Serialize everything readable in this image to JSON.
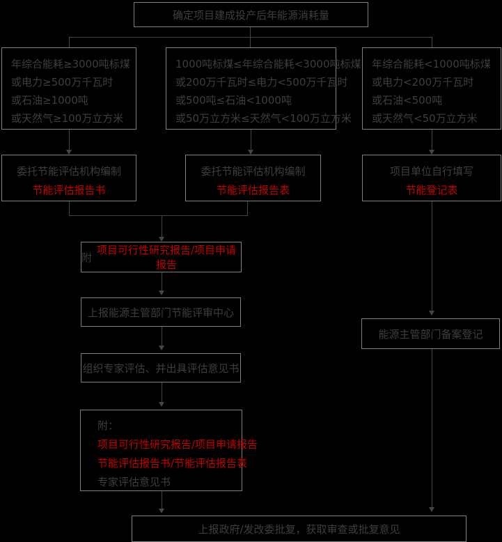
{
  "colors": {
    "background": "#000000",
    "box_border": "#7f7f7f",
    "text_gray": "#3e3e3e",
    "text_red": "#c40000",
    "connector_line": "#454545"
  },
  "flow": {
    "top": {
      "label": "确定项目建成投产后年能源消耗量"
    },
    "conditions": {
      "left": {
        "lines": [
          "年综合能耗≥3000吨标煤",
          "或电力≥500万千瓦时",
          "或石油≥1000吨",
          "或天然气≥100万立方米"
        ]
      },
      "middle": {
        "lines": [
          "1000吨标煤≤年综合能耗<3000吨标煤",
          "或200万千瓦时≤电力<500万千瓦时",
          "或500吨≤石油<1000吨",
          "或50万立方米≤天然气<100万立方米"
        ]
      },
      "right": {
        "lines": [
          "年综合能耗<1000吨标煤",
          "或电力<200万千瓦时",
          "或石油<500吨",
          "或天然气<50万立方米"
        ]
      }
    },
    "documents": {
      "left": {
        "line1": "委托节能评估机构编制",
        "line2": "节能评估报告书"
      },
      "middle": {
        "line1": "委托节能评估机构编制",
        "line2": "节能评估报告表"
      },
      "right": {
        "line1": "项目单位自行填写",
        "line2": "节能登记表"
      }
    },
    "attachment_note": {
      "prefix": "附",
      "red_text": "项目可行性研究报告/项目申请报告"
    },
    "submit_review": {
      "label": "上报能源主管部门节能评审中心"
    },
    "expert_review": {
      "label": "组织专家评估、并出具评估意见书"
    },
    "attachments_list": {
      "title": "附：",
      "red_line1": "项目可行性研究报告/项目申请报告",
      "red_line2": "节能评估报告书/节能评估报告表",
      "gray_line": "专家评估意见书"
    },
    "record_registration": {
      "label": "能源主管部门备案登记"
    },
    "final": {
      "label": "上报政府/发改委批复，获取审查或批复意见"
    }
  }
}
